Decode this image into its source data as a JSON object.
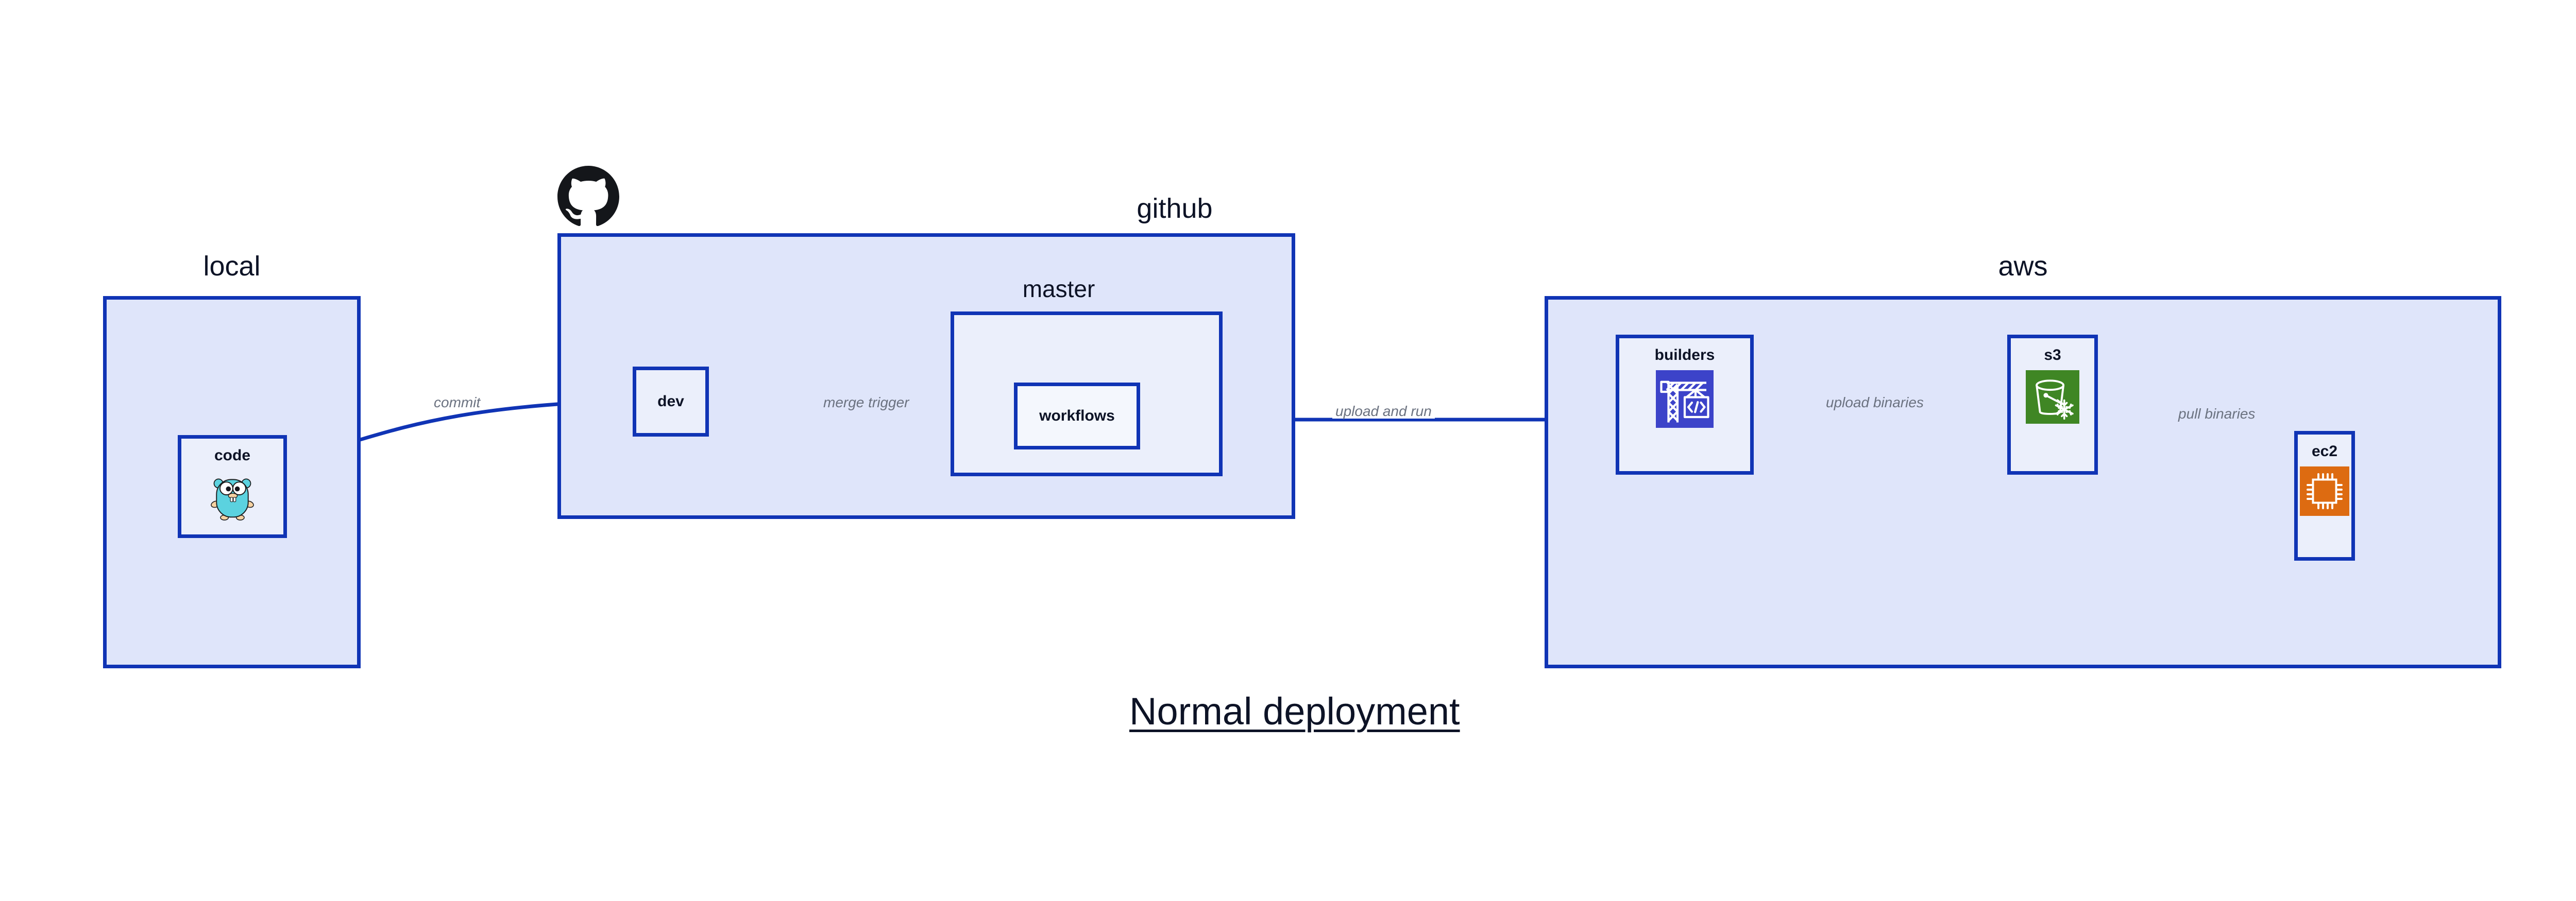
{
  "diagram": {
    "title": "Normal deployment",
    "accent_color": "#1034b5",
    "group_fill": "#dfe5fa",
    "node_fill": "#ebeffb",
    "label_color": "#6b7280",
    "text_color": "#0d1326"
  },
  "groups": {
    "local": {
      "label": "local"
    },
    "github": {
      "label": "github"
    },
    "master": {
      "label": "master"
    },
    "aws": {
      "label": "aws"
    }
  },
  "nodes": {
    "code": {
      "label": "code",
      "icon": "go-gopher-icon"
    },
    "dev": {
      "label": "dev",
      "icon": null
    },
    "workflows": {
      "label": "workflows",
      "icon": null
    },
    "builders": {
      "label": "builders",
      "icon": "aws-codebuild-crane-icon",
      "icon_color": "#3c43c9"
    },
    "s3": {
      "label": "s3",
      "icon": "aws-s3-glacier-bucket-icon",
      "icon_color": "#3f8624"
    },
    "ec2": {
      "label": "ec2",
      "icon": "aws-ec2-chip-icon",
      "icon_color": "#dd6b11"
    }
  },
  "edges": [
    {
      "id": "commit",
      "label": "commit",
      "from": "code",
      "to": "dev"
    },
    {
      "id": "merge-trigger",
      "label": "merge trigger",
      "from": "dev",
      "to": "workflows"
    },
    {
      "id": "upload-and-run",
      "label": "upload and run",
      "from": "workflows",
      "to": "builders"
    },
    {
      "id": "upload-binaries",
      "label": "upload binaries",
      "from": "builders",
      "to": "s3"
    },
    {
      "id": "pull-binaries",
      "label": "pull binaries",
      "from": "s3",
      "to": "ec2"
    }
  ],
  "brand": {
    "github_mark": "github-logo-icon"
  }
}
